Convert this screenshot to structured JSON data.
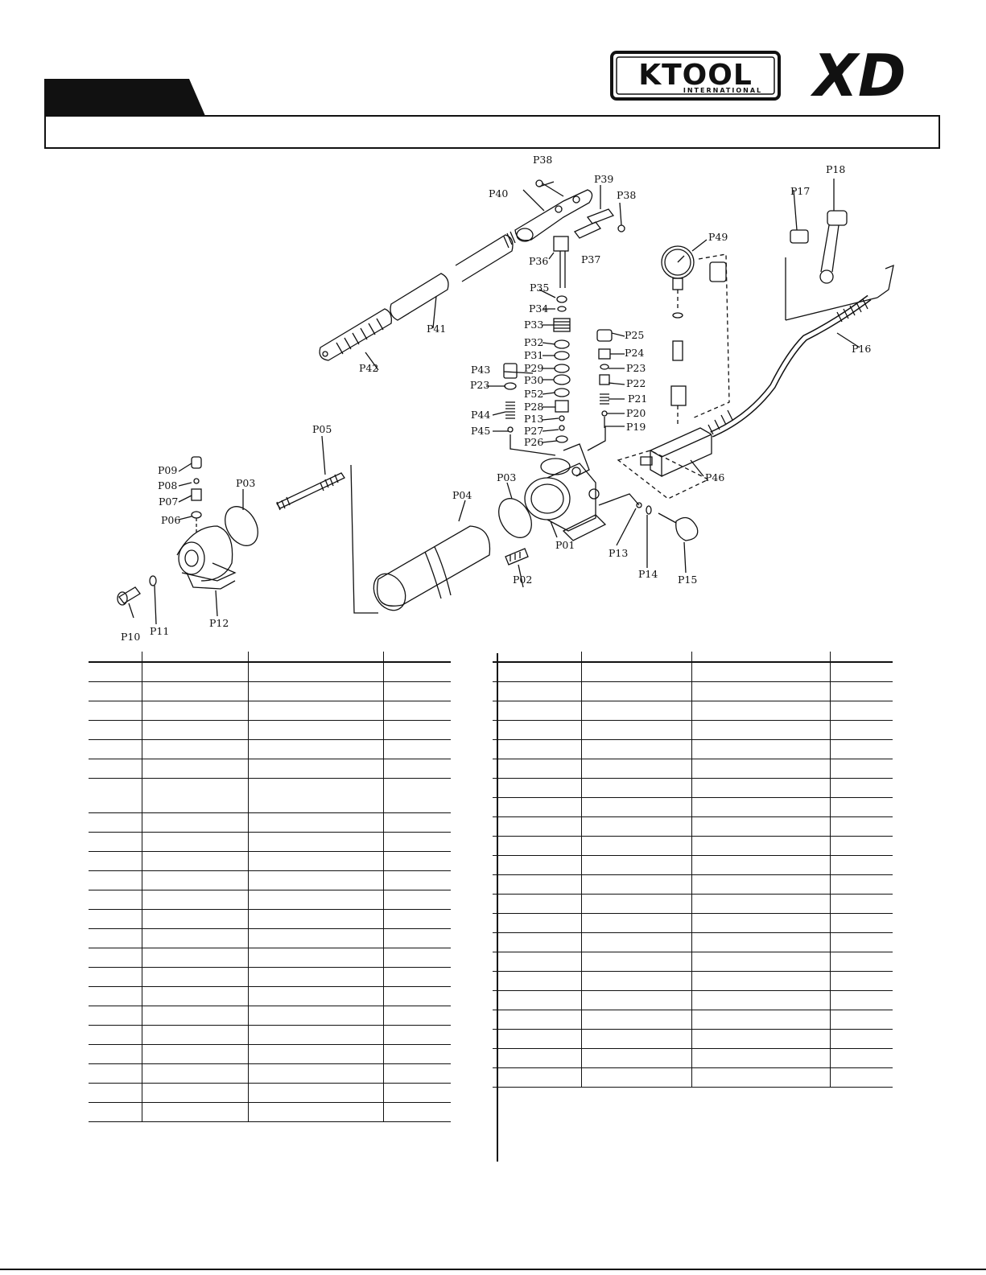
{
  "brand": {
    "name_main": "KTOOL",
    "name_sub": "INTERNATIONAL",
    "mark": "XD",
    "colors": {
      "ink": "#111111",
      "paper": "#ffffff"
    }
  },
  "part_labels": {
    "P01": "P01",
    "P02": "P02",
    "P03a": "P03",
    "P03b": "P03",
    "P04": "P04",
    "P05": "P05",
    "P06": "P06",
    "P07": "P07",
    "P08": "P08",
    "P09": "P09",
    "P10": "P10",
    "P11": "P11",
    "P12": "P12",
    "P13a": "P13",
    "P13b": "P13",
    "P14": "P14",
    "P15": "P15",
    "P16": "P16",
    "P17": "P17",
    "P18": "P18",
    "P19": "P19",
    "P20": "P20",
    "P21": "P21",
    "P22": "P22",
    "P23a": "P23",
    "P23b": "P23",
    "P24": "P24",
    "P25": "P25",
    "P26": "P26",
    "P27": "P27",
    "P28": "P28",
    "P29": "P29",
    "P30": "P30",
    "P31": "P31",
    "P32": "P32",
    "P33": "P33",
    "P34": "P34",
    "P35": "P35",
    "P36": "P36",
    "P37": "P37",
    "P38a": "P38",
    "P38b": "P38",
    "P39": "P39",
    "P40": "P40",
    "P41": "P41",
    "P42": "P42",
    "P43": "P43",
    "P44": "P44",
    "P45": "P45",
    "P46": "P46",
    "P49": "P49",
    "P52": "P52"
  },
  "left_table_rows": 24,
  "right_table_rows": 23
}
